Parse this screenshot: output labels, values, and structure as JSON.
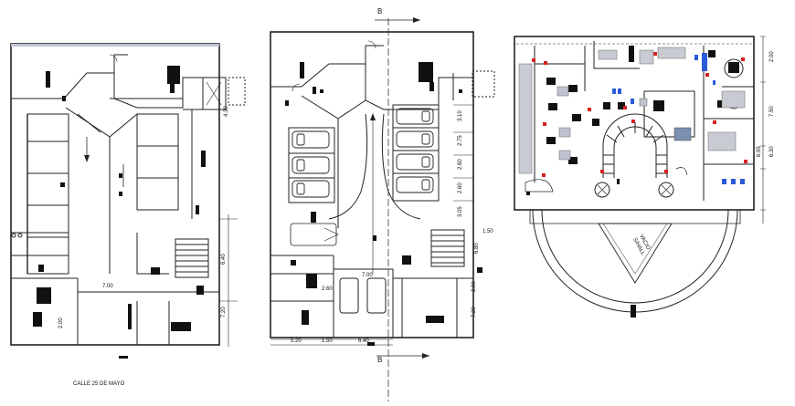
{
  "drawing": {
    "street_label": "CALLE 25 DE MAYO",
    "section_label": "B",
    "void_label": "VACIO\nS/HALL",
    "left_plan": {
      "dims": [
        "4.30",
        "6.40",
        "7.00",
        "2.00",
        "7.20"
      ]
    },
    "middle_plan": {
      "dims": [
        "3.10",
        "2.75",
        "2.60",
        "2.60",
        "3.05",
        "1.50",
        "6.80",
        "7.00",
        "2.60",
        "5.20",
        "1.50",
        "6.40",
        "2.90",
        "7.20"
      ]
    },
    "right_plan": {
      "dims": [
        "2.00",
        "7.50",
        "6.95",
        "6.30"
      ]
    }
  }
}
